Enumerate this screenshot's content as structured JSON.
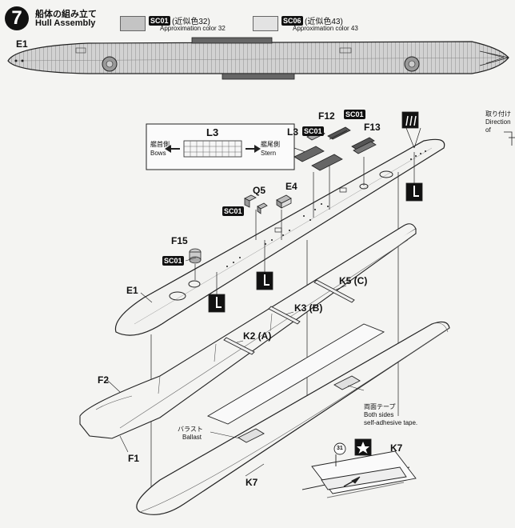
{
  "header": {
    "step_number": "7",
    "title_jp": "船体の組み立て",
    "title_en": "Hull Assembly"
  },
  "paints": [
    {
      "code": "SC01",
      "label_jp": "(近似色32)",
      "label_en": "Approximation color 32",
      "swatch": "#c4c4c4"
    },
    {
      "code": "SC06",
      "label_jp": "(近似色43)",
      "label_en": "Approximation color 43",
      "swatch": "#e3e3e3"
    }
  ],
  "parts": {
    "e1_top": "E1",
    "l3_inset": "L3",
    "l3": "L3",
    "f12": "F12",
    "f13": "F13",
    "q5": "Q5",
    "e4": "E4",
    "f15": "F15",
    "e1": "E1",
    "k5": "K5 (C)",
    "k3": "K3 (B)",
    "k2": "K2 (A)",
    "f2": "F2",
    "f1": "F1",
    "k7": "K7",
    "k7_detail": "K7"
  },
  "codes": {
    "sc01_a": "SC01",
    "sc01_b": "SC01",
    "sc01_c": "SC01",
    "sc01_d": "SC01"
  },
  "inset": {
    "bows_jp": "艦首側",
    "bows_en": "Bows",
    "stern_jp": "艦尾側",
    "stern_en": "Stern"
  },
  "notes": {
    "tape_jp": "両面テープ",
    "tape_en1": "Both sides",
    "tape_en2": "self-adhesive tape.",
    "ballast_jp": "バラスト",
    "ballast_en": "Ballast",
    "direction_jp": "取り付け",
    "direction_en": "Direction of",
    "circle_31": "31"
  },
  "colors": {
    "ink": "#111111",
    "deck": "#cfcfcf",
    "paper": "#f4f4f2"
  }
}
